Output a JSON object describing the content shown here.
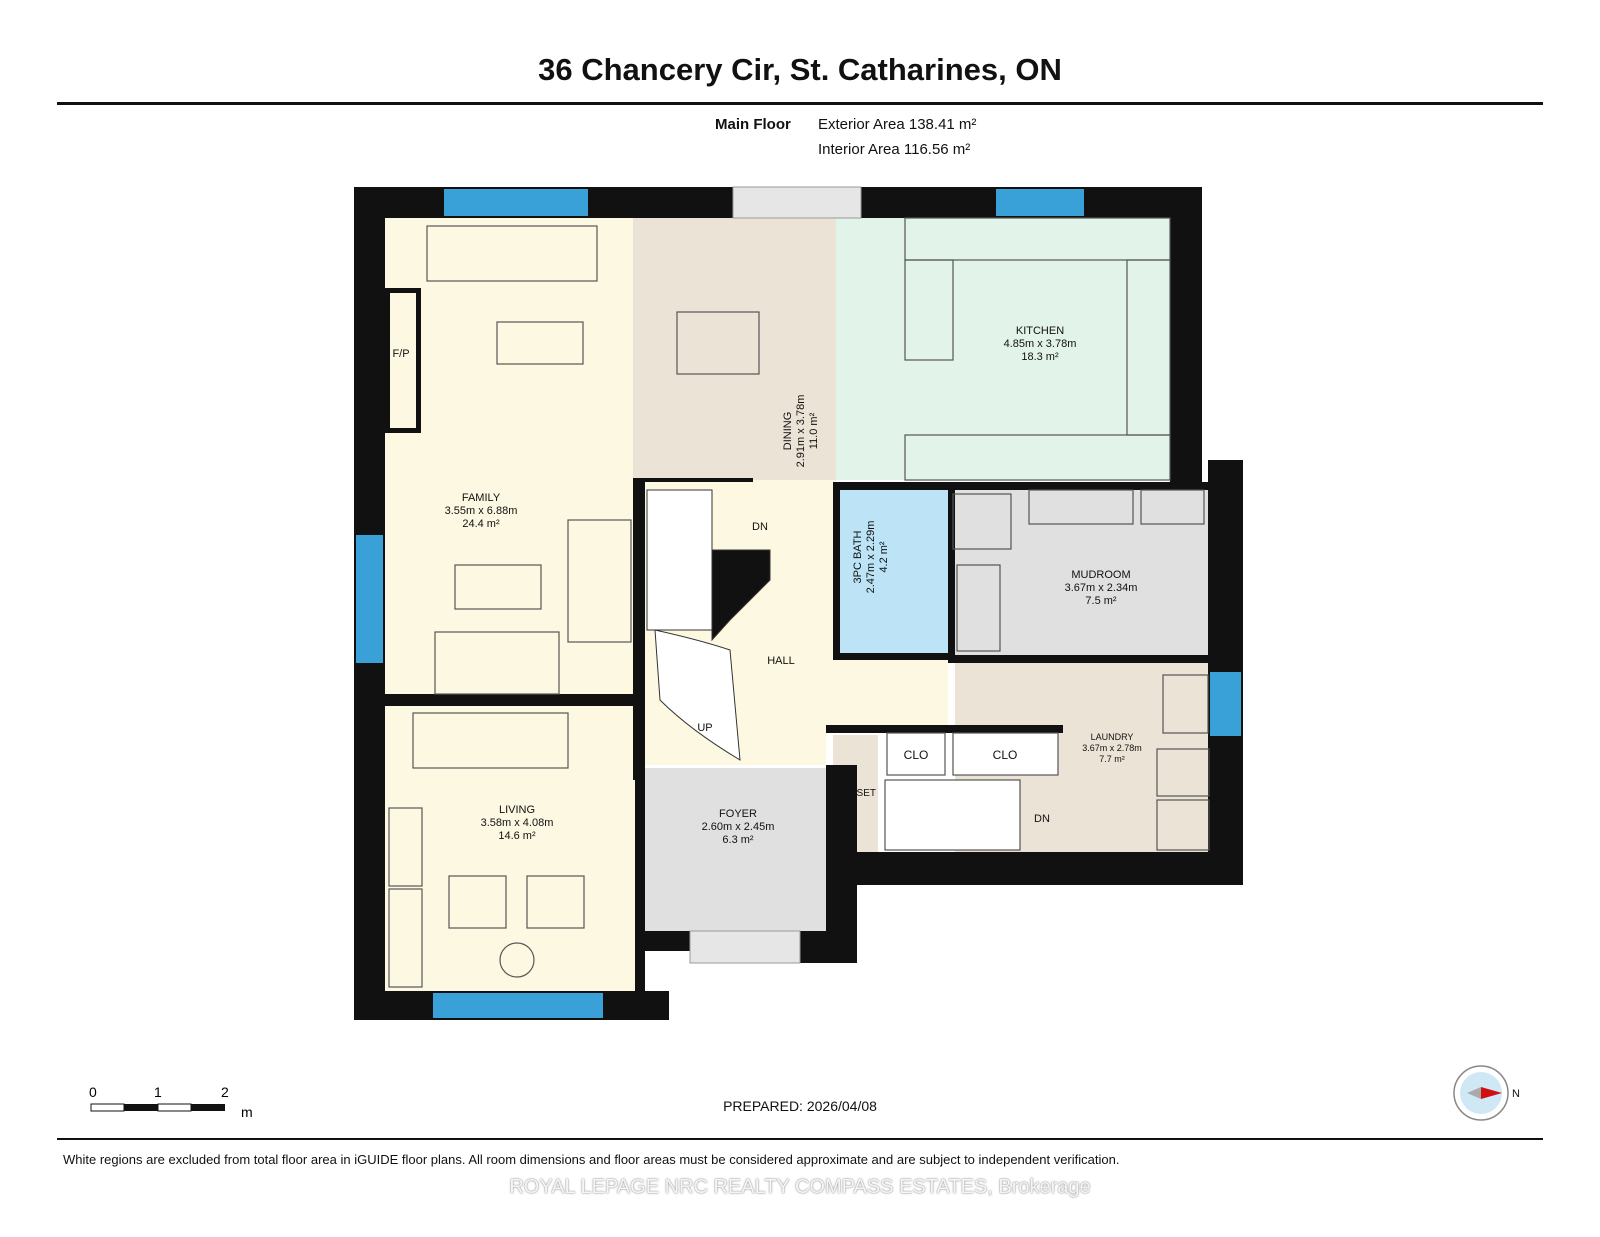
{
  "title": "36 Chancery Cir, St. Catharines, ON",
  "floor": {
    "name": "Main Floor",
    "exterior_area": "Exterior Area 138.41 m²",
    "interior_area": "Interior Area 116.56 m²"
  },
  "rooms": {
    "family": {
      "name": "FAMILY",
      "dims": "3.55m x 6.88m",
      "area": "24.4 m²"
    },
    "dining": {
      "name": "DINING",
      "dims": "2.91m x 3.78m",
      "area": "11.0 m²"
    },
    "kitchen": {
      "name": "KITCHEN",
      "dims": "4.85m x 3.78m",
      "area": "18.3 m²"
    },
    "bath": {
      "name": "3PC BATH",
      "dims": "2.47m x 2.29m",
      "area": "4.2 m²"
    },
    "mudroom": {
      "name": "MUDROOM",
      "dims": "3.67m x 2.34m",
      "area": "7.5 m²"
    },
    "hall": {
      "name": "HALL"
    },
    "laundry": {
      "name": "LAUNDRY",
      "dims": "3.67m x 2.78m",
      "area": "7.7 m²"
    },
    "living": {
      "name": "LIVING",
      "dims": "3.58m x 4.08m",
      "area": "14.6 m²"
    },
    "foyer": {
      "name": "FOYER",
      "dims": "2.60m x 2.45m",
      "area": "6.3 m²"
    }
  },
  "labels": {
    "fireplace": "F/P",
    "stair_down_1": "DN",
    "stair_down_2": "DN",
    "stair_up": "UP",
    "clo_1": "CLO",
    "clo_2": "CLO",
    "closet": "CLOSET"
  },
  "scale_bar": {
    "ticks": [
      "0",
      "1",
      "2"
    ],
    "unit": "m"
  },
  "compass": {
    "label": "N"
  },
  "prepared": "PREPARED: 2026/04/08",
  "disclaimer": "White regions are excluded from total floor area in iGUIDE floor plans. All room dimensions and floor areas must be considered approximate and are subject to independent verification.",
  "watermark": "ROYAL LEPAGE NRC REALTY COMPASS ESTATES, Brokerage",
  "colors": {
    "wall": "#111111",
    "window": "#3aa0d8",
    "living_rooms": "#fdf8e2",
    "dining": "#ece3d7",
    "kitchen": "#e2f3ea",
    "bath": "#bde3f7",
    "service": "#e0e0e0",
    "laundry": "#ece3d7"
  }
}
